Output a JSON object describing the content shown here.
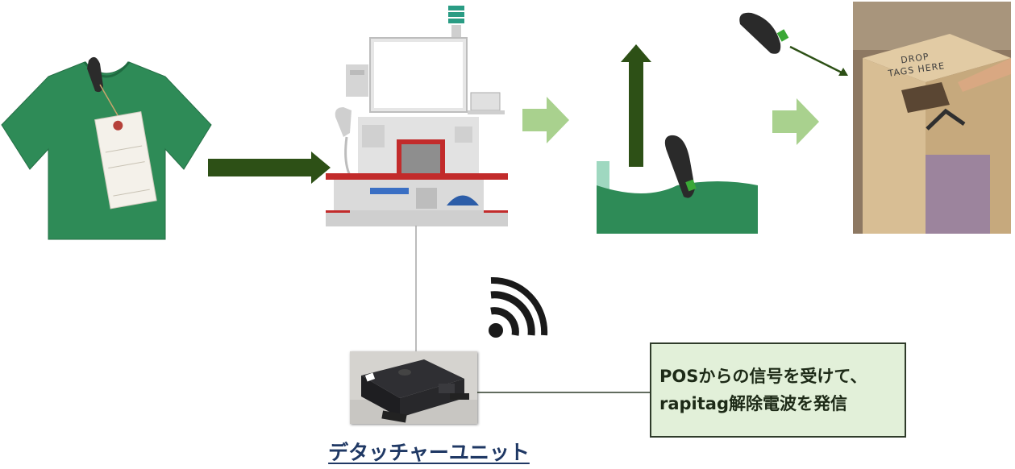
{
  "callout": {
    "line1": "POSからの信号を受けて、",
    "line2": "rapitag解除電波を発信"
  },
  "detacher_unit_label": "デタッチャーユニット",
  "drop_box_text": {
    "line1": "DROP",
    "line2": "TAGS HERE"
  },
  "colors": {
    "dark_green_arrow": "#2d5016",
    "light_green_arrow": "#a9d18e",
    "shirt_green": "#2e8b57",
    "callout_fill": "#e2f0d9",
    "label_blue": "#1f3864"
  },
  "icons": [
    "tshirt-with-tag",
    "pos-kiosk",
    "tag-removal",
    "drop-box",
    "wifi-signal-icon",
    "detacher-device"
  ]
}
